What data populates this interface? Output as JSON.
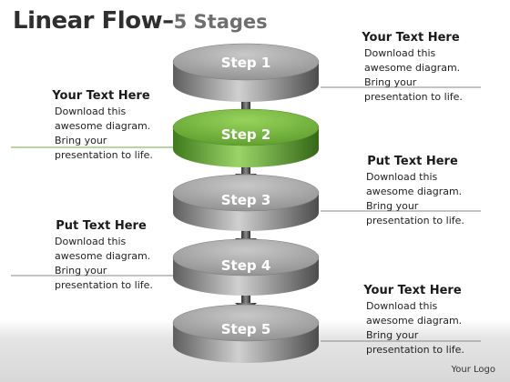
{
  "title": {
    "main": "Linear Flow",
    "sub": "5 Stages"
  },
  "colors": {
    "accent": "#6fb13a",
    "disk": "#9a9a9a",
    "line_gray": "#8a8a8a",
    "line_green": "#6fb13a"
  },
  "stages": [
    {
      "label": "Step 1",
      "highlight": false
    },
    {
      "label": "Step 2",
      "highlight": true
    },
    {
      "label": "Step 3",
      "highlight": false
    },
    {
      "label": "Step 4",
      "highlight": false
    },
    {
      "label": "Step 5",
      "highlight": false
    }
  ],
  "text_blocks": [
    {
      "heading": "Your Text Here",
      "body": "Download this awesome diagram. Bring your presentation to life."
    },
    {
      "heading": "Your Text Here",
      "body": "Download this awesome diagram. Bring your presentation to life."
    },
    {
      "heading": "Put Text Here",
      "body": "Download this awesome diagram. Bring your presentation to life."
    },
    {
      "heading": "Put Text Here",
      "body": "Download this awesome diagram. Bring your presentation to life."
    },
    {
      "heading": "Your Text Here",
      "body": "Download this awesome diagram. Bring your presentation to life."
    }
  ],
  "logo": "Your Logo"
}
